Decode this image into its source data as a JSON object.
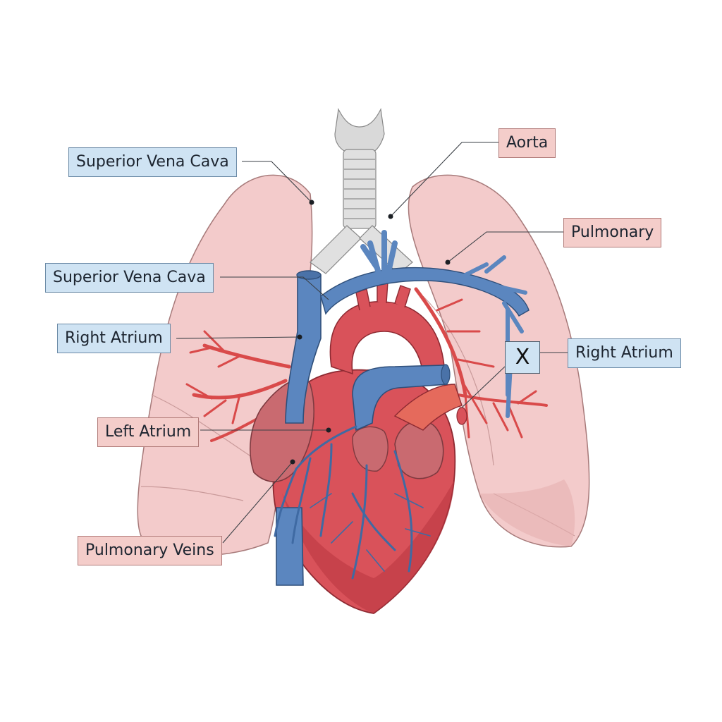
{
  "labels": {
    "svc_top": "Superior Vena Cava",
    "svc_mid": "Superior Vena Cava",
    "right_atrium_left": "Right Atrium",
    "left_atrium": "Left Atrium",
    "pulmonary_veins": "Pulmonary Veins",
    "aorta": "Aorta",
    "pulmonary": "Pulmonary",
    "right_atrium_right": "Right Atrium",
    "marker_x": "X"
  },
  "colors": {
    "lung_fill": "#f2c9c9",
    "lung_stroke": "#a77a7a",
    "trachea": "#d9d9d9",
    "heart_red": "#d9525a",
    "heart_dark": "#b8353f",
    "vein_blue": "#5b86bf",
    "artery_red": "#d94a4a",
    "atrium_pink": "#c96a70",
    "label_blue": "#cfe3f3",
    "label_red": "#f4cdca"
  }
}
